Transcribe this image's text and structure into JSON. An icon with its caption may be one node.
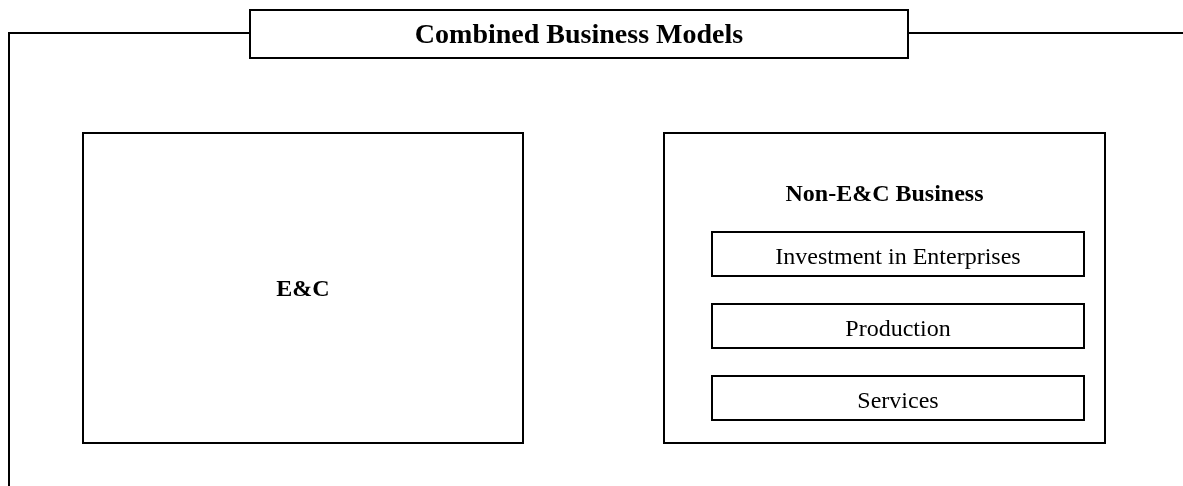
{
  "diagram": {
    "nodes": [
      {
        "text": [
          "Combined Business Models"
        ]
      },
      {
        "text": [
          "E&C"
        ],
        "in": 0
      },
      {
        "text": [
          "Non-E&C Business"
        ],
        "in": 0
      },
      {
        "text": [
          "Investment in Enterprises"
        ],
        "in": 2
      },
      {
        "text": [
          "Production"
        ],
        "in": 2
      },
      {
        "text": [
          "Services"
        ],
        "in": 2
      }
    ]
  }
}
